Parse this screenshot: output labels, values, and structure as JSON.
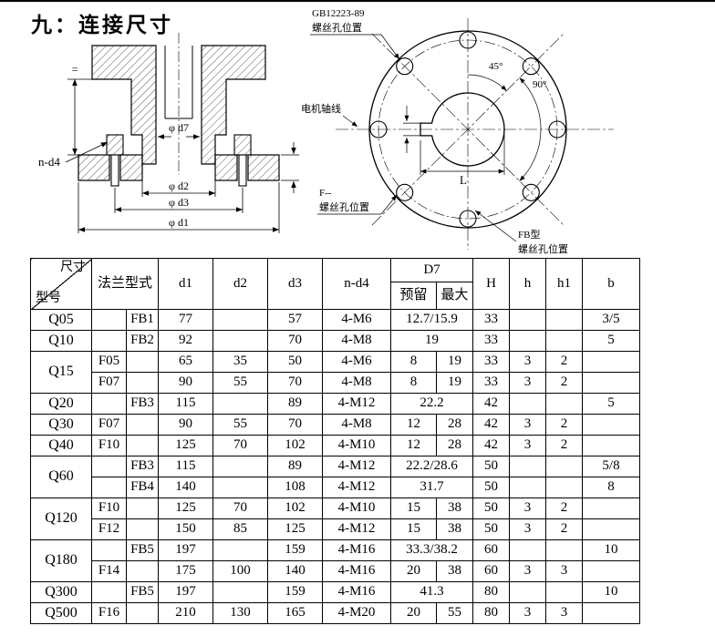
{
  "page": {
    "title": "九：连接尺寸"
  },
  "section_view": {
    "labels": {
      "equal_mark": "=",
      "n_d4": "n-d4",
      "d7": "φ d7",
      "d2": "φ d2",
      "d3": "φ d3",
      "d1": "φ d1"
    }
  },
  "face_view": {
    "labels": {
      "gb_standard": "GB12223-89",
      "gb_holes": "螺丝孔位置",
      "motor_axis": "电机轴线",
      "angle_45": "45°",
      "angle_90": "90°",
      "length_l": "L",
      "f_type": "F--",
      "f_holes": "螺丝孔位置",
      "fb_type": "FB型",
      "fb_holes": "螺丝孔位置"
    }
  },
  "table": {
    "headers": {
      "corner_top": "尺寸",
      "corner_bottom": "型号",
      "flange_type": "法兰型式",
      "d1": "d1",
      "d2": "d2",
      "d3": "d3",
      "n_d4": "n-d4",
      "d7": "D7",
      "d7_reserved": "预留",
      "d7_max": "最大",
      "H": "H",
      "h": "h",
      "h1": "h1",
      "b": "b"
    },
    "rows": [
      {
        "model": "Q05",
        "model_span": 1,
        "f": "",
        "fb": "FB1",
        "d1": "77",
        "d2": "",
        "d3": "57",
        "n_d4": "4-M6",
        "d7_merged": "12.7/15.9",
        "H": "33",
        "h": "",
        "h1": "",
        "b": "3/5"
      },
      {
        "model": "Q10",
        "model_span": 1,
        "f": "",
        "fb": "FB2",
        "d1": "92",
        "d2": "",
        "d3": "70",
        "n_d4": "4-M8",
        "d7_merged": "19",
        "H": "33",
        "h": "",
        "h1": "",
        "b": "5"
      },
      {
        "model": "Q15",
        "model_span": 2,
        "f": "F05",
        "fb": "",
        "d1": "65",
        "d2": "35",
        "d3": "50",
        "n_d4": "4-M6",
        "d7_pre": "8",
        "d7_max": "19",
        "H": "33",
        "h": "3",
        "h1": "2",
        "b": ""
      },
      {
        "f": "F07",
        "fb": "",
        "d1": "90",
        "d2": "55",
        "d3": "70",
        "n_d4": "4-M8",
        "d7_pre": "8",
        "d7_max": "19",
        "H": "33",
        "h": "3",
        "h1": "2",
        "b": ""
      },
      {
        "model": "Q20",
        "model_span": 1,
        "f": "",
        "fb": "FB3",
        "d1": "115",
        "d2": "",
        "d3": "89",
        "n_d4": "4-M12",
        "d7_merged": "22.2",
        "H": "42",
        "h": "",
        "h1": "",
        "b": "5"
      },
      {
        "model": "Q30",
        "model_span": 1,
        "f": "F07",
        "fb": "",
        "d1": "90",
        "d2": "55",
        "d3": "70",
        "n_d4": "4-M8",
        "d7_pre": "12",
        "d7_max": "28",
        "H": "42",
        "h": "3",
        "h1": "2",
        "b": ""
      },
      {
        "model": "Q40",
        "model_span": 1,
        "f": "F10",
        "fb": "",
        "d1": "125",
        "d2": "70",
        "d3": "102",
        "n_d4": "4-M10",
        "d7_pre": "12",
        "d7_max": "28",
        "H": "42",
        "h": "3",
        "h1": "2",
        "b": ""
      },
      {
        "model": "Q60",
        "model_span": 2,
        "f": "",
        "fb": "FB3",
        "d1": "115",
        "d2": "",
        "d3": "89",
        "n_d4": "4-M12",
        "d7_merged": "22.2/28.6",
        "H": "50",
        "h": "",
        "h1": "",
        "b": "5/8"
      },
      {
        "f": "",
        "fb": "FB4",
        "d1": "140",
        "d2": "",
        "d3": "108",
        "n_d4": "4-M12",
        "d7_merged": "31.7",
        "H": "50",
        "h": "",
        "h1": "",
        "b": "8"
      },
      {
        "model": "Q120",
        "model_span": 2,
        "f": "F10",
        "fb": "",
        "d1": "125",
        "d2": "70",
        "d3": "102",
        "n_d4": "4-M10",
        "d7_pre": "15",
        "d7_max": "38",
        "H": "50",
        "h": "3",
        "h1": "2",
        "b": ""
      },
      {
        "f": "F12",
        "fb": "",
        "d1": "150",
        "d2": "85",
        "d3": "125",
        "n_d4": "4-M12",
        "d7_pre": "15",
        "d7_max": "38",
        "H": "50",
        "h": "3",
        "h1": "2",
        "b": ""
      },
      {
        "model": "Q180",
        "model_span": 2,
        "f": "",
        "fb": "FB5",
        "d1": "197",
        "d2": "",
        "d3": "159",
        "n_d4": "4-M16",
        "d7_merged": "33.3/38.2",
        "H": "60",
        "h": "",
        "h1": "",
        "b": "10"
      },
      {
        "f": "F14",
        "fb": "",
        "d1": "175",
        "d2": "100",
        "d3": "140",
        "n_d4": "4-M16",
        "d7_pre": "20",
        "d7_max": "38",
        "H": "60",
        "h": "3",
        "h1": "3",
        "b": ""
      },
      {
        "model": "Q300",
        "model_span": 1,
        "f": "",
        "fb": "FB5",
        "d1": "197",
        "d2": "",
        "d3": "159",
        "n_d4": "4-M16",
        "d7_merged": "41.3",
        "H": "80",
        "h": "",
        "h1": "",
        "b": "10"
      },
      {
        "model": "Q500",
        "model_span": 1,
        "f": "F16",
        "fb": "",
        "d1": "210",
        "d2": "130",
        "d3": "165",
        "n_d4": "4-M20",
        "d7_pre": "20",
        "d7_max": "55",
        "H": "80",
        "h": "3",
        "h1": "3",
        "b": ""
      }
    ]
  }
}
